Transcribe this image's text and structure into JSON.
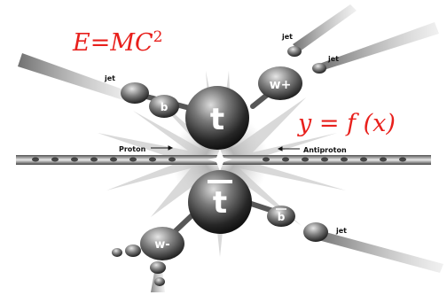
{
  "equations": {
    "mass_energy": {
      "base": "E=MC",
      "exponent": "2"
    },
    "function": "y = f (x)"
  },
  "labels": {
    "jet_upper_left": "jet",
    "jet_top": "jet",
    "jet_right": "jet",
    "jet_lower_right": "jet",
    "proton": "Proton",
    "antiproton": "Antiproton"
  },
  "particles": {
    "top": "t",
    "antitop": "t",
    "w_plus": "w+",
    "w_minus": "w-",
    "b_quark": "b",
    "anti_b_quark": "b"
  },
  "colors": {
    "equation": "#e8201c",
    "particle_dark": "#111111",
    "particle_light": "#d6d6d6",
    "burst": "#9a9a9a"
  }
}
